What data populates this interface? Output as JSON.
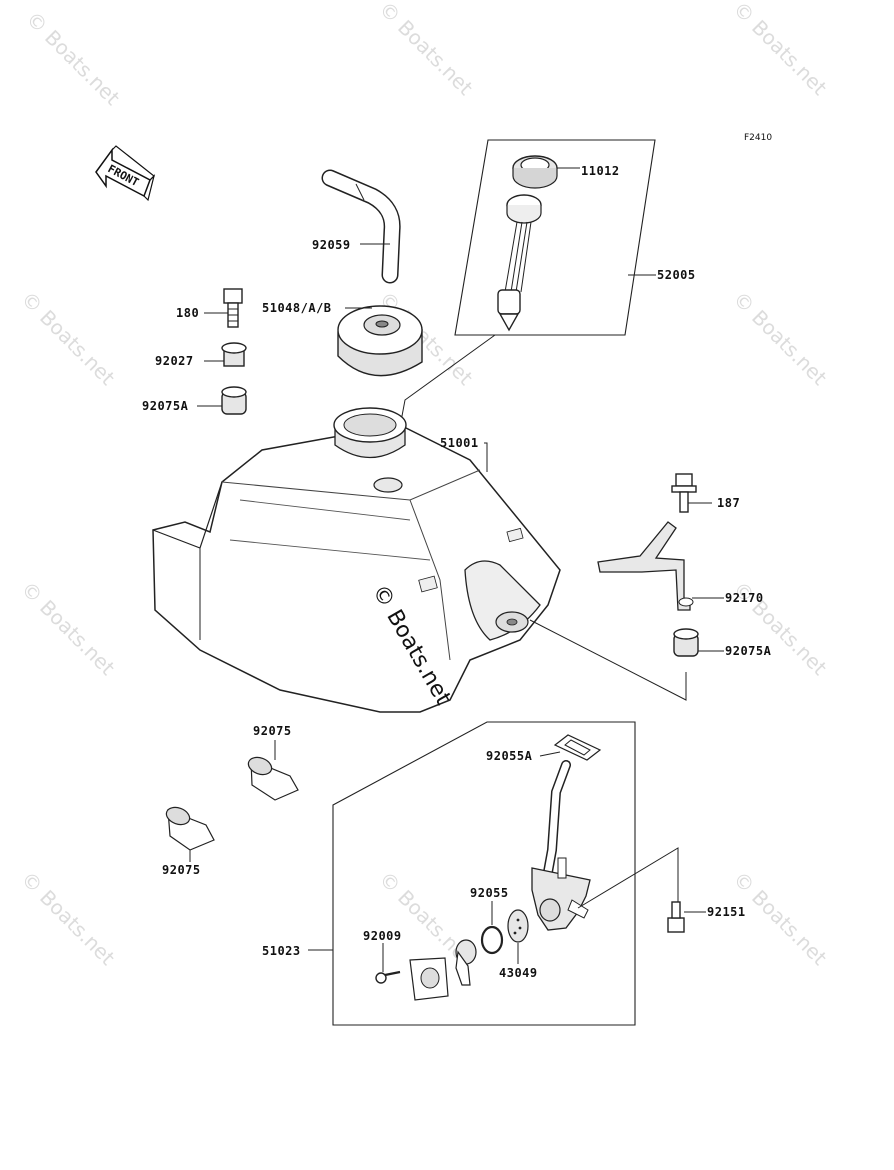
{
  "figure_code": "F2410",
  "front_label": "FRONT",
  "watermark": "© Boats.net",
  "labels": {
    "p11012": "11012",
    "p52005": "52005",
    "p92059": "92059",
    "p180": "180",
    "p51048": "51048/A/B",
    "p92027": "92027",
    "p92075A_left": "92075A",
    "p51001": "51001",
    "p187": "187",
    "p92170": "92170",
    "p92075A_right": "92075A",
    "p92075_upper": "92075",
    "p92075_lower": "92075",
    "p92055A": "92055A",
    "p92055": "92055",
    "p92151": "92151",
    "p51023": "51023",
    "p92009": "92009",
    "p43049": "43049"
  }
}
